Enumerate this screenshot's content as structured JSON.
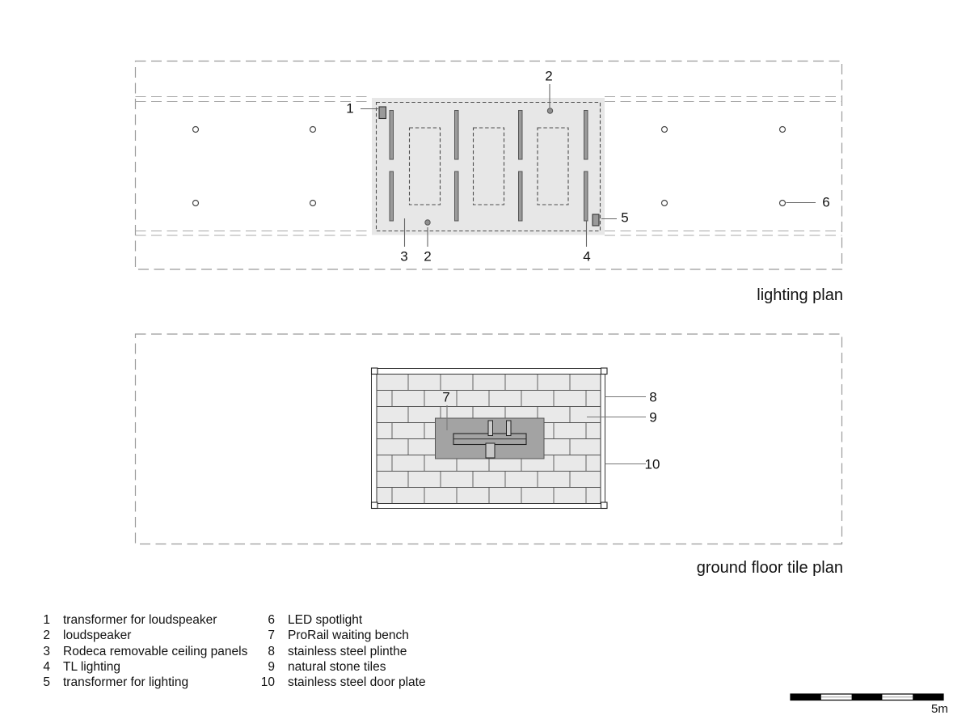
{
  "titles": {
    "lighting": "lighting plan",
    "tile": "ground floor tile plan"
  },
  "callouts": {
    "c1": "1",
    "c2_top": "2",
    "c3": "3",
    "c2_bottom": "2",
    "c4": "4",
    "c5": "5",
    "c6": "6",
    "c7": "7",
    "c8": "8",
    "c9": "9",
    "c10": "10"
  },
  "legend": {
    "left": [
      {
        "num": "1",
        "label": "transformer for loudspeaker"
      },
      {
        "num": "2",
        "label": "loudspeaker"
      },
      {
        "num": "3",
        "label": "Rodeca removable ceiling panels"
      },
      {
        "num": "4",
        "label": "TL lighting"
      },
      {
        "num": "5",
        "label": "transformer for lighting"
      }
    ],
    "right": [
      {
        "num": "6",
        "label": "LED spotlight"
      },
      {
        "num": "7",
        "label": "ProRail waiting bench"
      },
      {
        "num": "8",
        "label": "stainless steel plinthe"
      },
      {
        "num": "9",
        "label": "natural stone tiles"
      },
      {
        "num": "10",
        "label": "stainless steel door plate"
      }
    ]
  },
  "scale_bar": {
    "label": "5m"
  },
  "colors": {
    "boundary_dash": "#9b9b9b",
    "double_dash": "#a8a8a8",
    "ceiling_region": "#e7e7e7",
    "fixture_gray": "#9a9a9a",
    "panel_dash": "#4d4d4d",
    "tile_fill": "#e9e9e9",
    "tile_line": "#555555",
    "bench_area": "#a3a3a3",
    "bench_light": "#cccccc",
    "scale_black": "#000000"
  }
}
